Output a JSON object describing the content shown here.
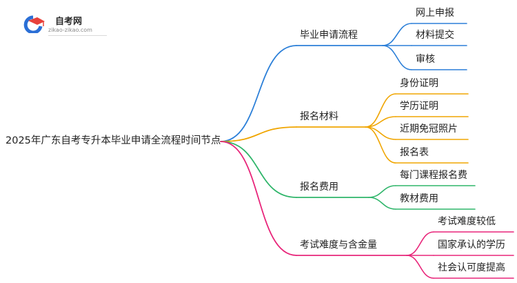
{
  "logo": {
    "title": "自考网",
    "url": "zikao-zikao.com",
    "icon": "graduation-cap-icon"
  },
  "root": {
    "label": "2025年广东自考专升本毕业申请全流程时间节点"
  },
  "branches": [
    {
      "label": "毕业申请流程",
      "color": "#2b7fd8",
      "children": [
        "网上申报",
        "材料提交",
        "审核"
      ]
    },
    {
      "label": "报名材料",
      "color": "#f0a500",
      "children": [
        "身份证明",
        "学历证明",
        "近期免冠照片",
        "报名表"
      ]
    },
    {
      "label": "报名费用",
      "color": "#2fb56a",
      "children": [
        "每门课程报名费",
        "教材费用"
      ]
    },
    {
      "label": "考试难度与含金量",
      "color": "#e8257a",
      "children": [
        "考试难度较低",
        "国家承认的学历",
        "社会认可度提高"
      ]
    }
  ]
}
